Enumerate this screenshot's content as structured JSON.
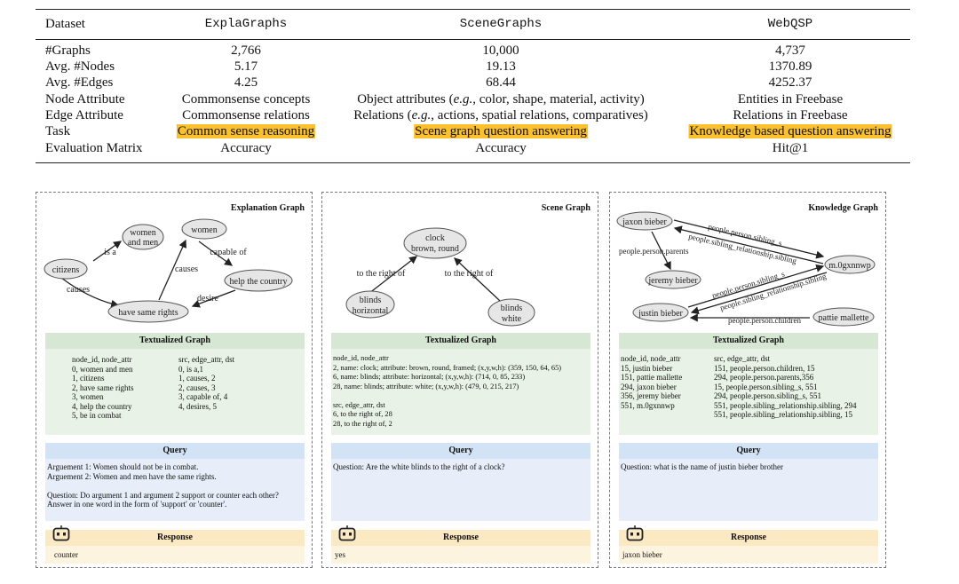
{
  "table": {
    "header": [
      "Dataset",
      "ExplaGraphs",
      "SceneGraphs",
      "WebQSP"
    ],
    "rows": [
      [
        "#Graphs",
        "2,766",
        "10,000",
        "4,737"
      ],
      [
        "Avg. #Nodes",
        "5.17",
        "19.13",
        "1370.89"
      ],
      [
        "Avg. #Edges",
        "4.25",
        "68.44",
        "4252.37"
      ],
      [
        "Node Attribute",
        "Commonsense concepts",
        "Object attributes (e.g., color, shape, material, activity)",
        "Entities in Freebase"
      ],
      [
        "Edge Attribute",
        "Commonsense relations",
        "Relations (e.g., actions, spatial relations, comparatives)",
        "Relations in Freebase"
      ],
      [
        "Task",
        "Common sense reasoning",
        "Scene graph question answering",
        "Knowledge based question answering"
      ],
      [
        "Evaluation Matrix",
        "Accuracy",
        "Accuracy",
        "Hit@1"
      ]
    ]
  },
  "panels": [
    {
      "title": "Explanation Graph",
      "graph": {
        "nodes": [
          "women and men",
          "women",
          "citizens",
          "help the country",
          "have same rights"
        ],
        "edges": [
          "is a",
          "causes",
          "capable of",
          "causes",
          "desire"
        ]
      },
      "textualized_header": "Textualized Graph",
      "textualized_left": "node_id, node_attr\n0, women and men\n1, citizens\n2, have same rights\n3, women\n4, help the country\n5, be in combat",
      "textualized_right": "src, edge_attr, dst\n0, is a,1\n1, causes, 2\n2, causes, 3\n3, capable of, 4\n4, desires, 5",
      "query_header": "Query",
      "query": "Arguement 1: Women should not be in combat.\nArguement 2: Women and men have the same rights.\n\nQuestion: Do argument 1 and argument 2 support or counter each other?\nAnswer in one word in the form of 'support' or 'counter'.",
      "response_header": "Response",
      "response": "counter"
    },
    {
      "title": "Scene Graph",
      "graph": {
        "nodes": [
          "clock brown, round",
          "blinds horizontal",
          "blinds white"
        ],
        "edges": [
          "to the right of",
          "to the right of"
        ]
      },
      "textualized_header": "Textualized Graph",
      "textualized_left": "node_id, node_attr\n2, name: clock; attribute: brown, round, framed; (x,y,w,h): (359, 150, 64, 65)\n6, name: blinds; attribute: horizontal; (x,y,w,h): (714, 0, 85, 233)\n28, name: blinds; attribute: white; (x,y,w,h): (479, 0, 215, 217)\n\nsrc, edge_attr, dst\n6, to the right of, 28\n28, to the right of, 2",
      "textualized_right": "",
      "query_header": "Query",
      "query": "Question: Are the white blinds to the right of a clock?",
      "response_header": "Response",
      "response": "yes"
    },
    {
      "title": "Knowledge Graph",
      "graph": {
        "nodes": [
          "jaxon bieber",
          "m.0gxnnwp",
          "jeremy bieber",
          "justin bieber",
          "pattie mallette"
        ],
        "edges": [
          "people.person.sibling_s",
          "people.sibling_relationship.sibling",
          "people.person.parents",
          "people.person.sibling_s",
          "people.sibling_relationship.sibling",
          "people.person.children"
        ]
      },
      "textualized_header": "Textualized Graph",
      "textualized_left": "node_id, node_attr\n15, justin bieber\n151, pattie mallette\n294, jaxon bieber\n356, jeremy bieber\n551, m.0gxnnwp",
      "textualized_right": "src, edge_attr, dst\n151, people.person.children, 15\n294, people.person.parents,356\n15, people.person.sibling_s, 551\n294, people.person.sibling_s, 551\n551, people.sibling_relationship.sibling, 294\n551, people.sibling_relationship.sibling, 15",
      "query_header": "Query",
      "query": "Question: what is the name of justin bieber brother",
      "response_header": "Response",
      "response": "jaxon bieber"
    }
  ],
  "icons": {
    "bot": "robot-icon"
  },
  "colors": {
    "highlight": "#fbc02d",
    "graph_green": "#d6e8d4",
    "query_blue": "#d2e3f5",
    "response_yellow": "#fbe9c4"
  }
}
